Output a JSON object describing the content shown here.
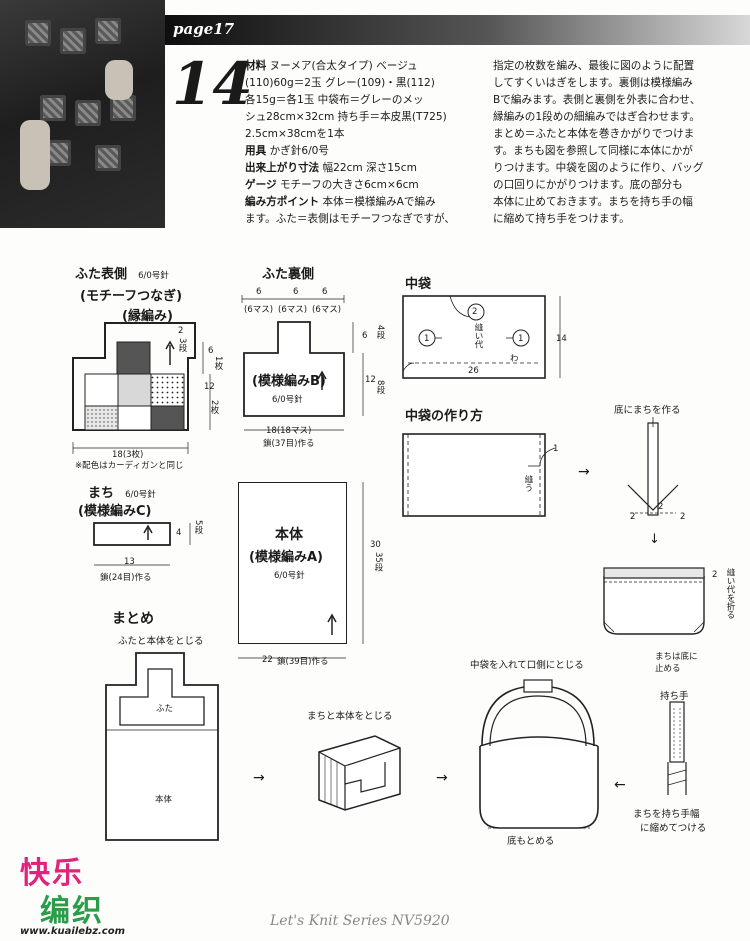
{
  "header": {
    "page_label": "page17",
    "pattern_number": "14"
  },
  "instructions": {
    "left_lines": [
      {
        "head": "材料",
        "text": "ヌーメア(合太タイプ) ベージュ"
      },
      {
        "head": "",
        "text": "(110)60g＝2玉 グレー(109)・黒(112)"
      },
      {
        "head": "",
        "text": "各15g＝各1玉 中袋布＝グレーのメッ"
      },
      {
        "head": "",
        "text": "シュ28cm×32cm 持ち手＝本皮黒(T725)"
      },
      {
        "head": "",
        "text": "2.5cm×38cmを1本"
      },
      {
        "head": "用具",
        "text": "かぎ針6/0号"
      },
      {
        "head": "出来上がり寸法",
        "text": "幅22cm 深さ15cm"
      },
      {
        "head": "ゲージ",
        "text": "モチーフの大きさ6cm×6cm"
      },
      {
        "head": "編み方ポイント",
        "text": "本体＝模様編みAで編み"
      },
      {
        "head": "",
        "text": "ます。ふた＝表側はモチーフつなぎですが、"
      }
    ],
    "right_lines": [
      "指定の枚数を編み、最後に図のように配置",
      "してすくいはぎをします。裏側は模様編み",
      "Bで編みます。表側と裏側を外表に合わせ、",
      "縁編みの1段めの細編みではぎ合わせます。",
      "まとめ＝ふたと本体を巻きかがりでつけま",
      "す。まちも図を参照して同様に本体にかが",
      "りつけます。中袋を図のように作り、バッグ",
      "の口回りにかがりつけます。底の部分も",
      "本体に止めておきます。まちを持ち手の幅",
      "に縮めて持ち手をつけます。"
    ]
  },
  "lid_front": {
    "title": "ふた表側",
    "needle": "6/0号針",
    "sub1": "(モチーフつなぎ)",
    "sub2": "(縁編み)",
    "dim_2": "2",
    "dim_3dan": "3段",
    "dim_6": "6",
    "dim_1mai": "1枚",
    "dim_12": "12",
    "dim_2mai": "2枚",
    "width": "18(3枚)",
    "note": "※配色はカーディガンと同じ"
  },
  "lid_back": {
    "title": "ふた裏側",
    "top_nums": [
      "6",
      "6",
      "6"
    ],
    "top_mas": [
      "(6マス)",
      "(6マス)",
      "(6マス)"
    ],
    "pattern": "(模様編みB)",
    "needle": "6/0号針",
    "dim_6": "6",
    "dim_4dan": "4段",
    "dim_12": "12",
    "dim_8dan": "8段",
    "width": "18(18マス)",
    "cast_on": "鎖(37目)作る"
  },
  "gusset": {
    "title": "まち",
    "needle": "6/0号針",
    "pattern": "(模様編みC)",
    "height": "4",
    "rows": "5段",
    "width": "13",
    "cast_on": "鎖(24目)作る"
  },
  "body": {
    "title": "本体",
    "pattern": "(模様編みA)",
    "needle": "6/0号針",
    "height": "30",
    "rows": "35段",
    "width": "22",
    "cast_on": "鎖(39目)作る"
  },
  "inner_bag": {
    "title": "中袋",
    "num_2": "2",
    "num_1_left": "1",
    "num_1_right": "1",
    "seam_allow": "縫い代",
    "height": "14",
    "width": "26",
    "wa": "わ"
  },
  "inner_bag_method": {
    "title": "中袋の作り方",
    "num_1": "1",
    "sew": "縫う",
    "make_gusset": "底にまちを作る",
    "num_2a": "2",
    "num_2b": "2",
    "num_2c": "2",
    "fold": "縫い代を折る",
    "gusset_note1": "まちは底に",
    "gusset_note2": "止める"
  },
  "assembly": {
    "title": "まとめ",
    "lid_join": "ふたと本体をとじる",
    "lid_label": "ふた",
    "body_label": "本体",
    "gusset_join": "まちと本体をとじる",
    "inner_attach": "中袋を入れて口側にとじる",
    "bottom": "底もとめる",
    "handle": "持ち手",
    "shrink1": "まちを持ち手幅",
    "shrink2": "に縮めてつける"
  },
  "footer": {
    "series": "Let's Knit Series NV5920",
    "logo_1": "快乐",
    "logo_2": "编织",
    "logo_url": "www.kuailebz.com"
  }
}
